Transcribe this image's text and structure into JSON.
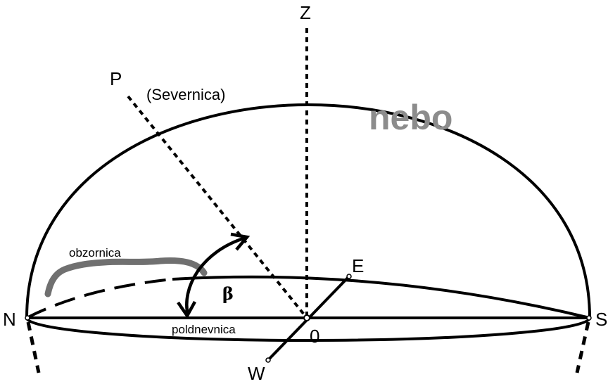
{
  "labels": {
    "zenith": "Z",
    "pole": "P",
    "pole_name": "(Severnica)",
    "sky": "nebo",
    "north": "N",
    "south": "S",
    "east": "E",
    "west": "W",
    "center": "0",
    "horizon": "obzornica",
    "meridian": "poldnevnica",
    "angle": "β"
  },
  "colors": {
    "line": "#000000",
    "sky_text": "#8c8c8c",
    "horizon_marker": "#707070"
  }
}
